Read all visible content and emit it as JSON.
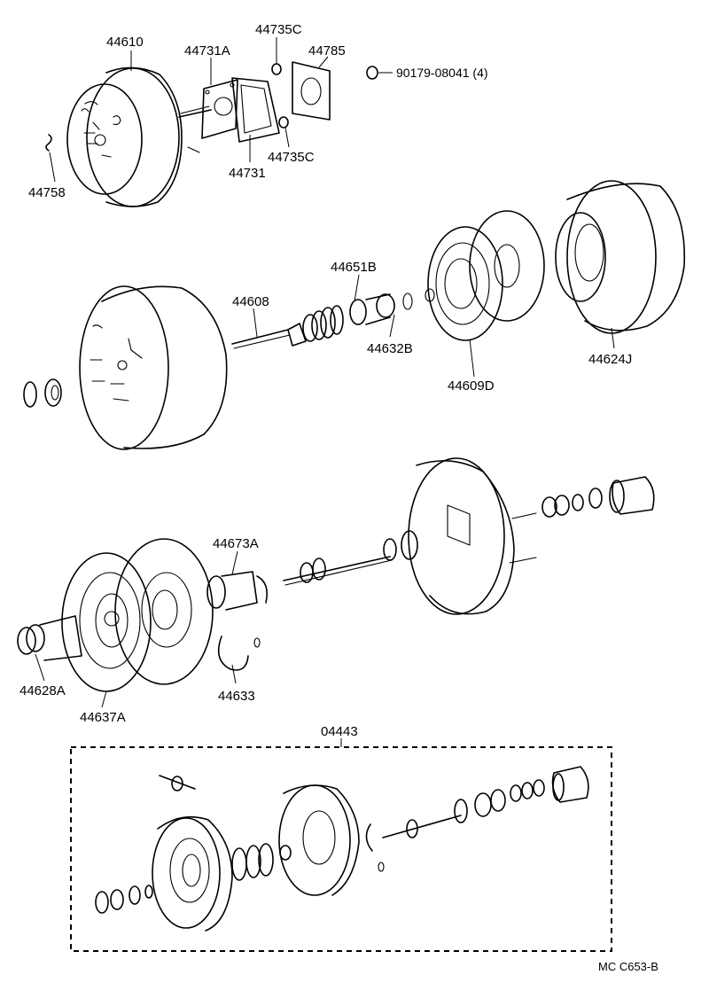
{
  "part_labels": {
    "p44610": "44610",
    "p44731A": "44731A",
    "p44735C_top": "44735C",
    "p44785": "44785",
    "p90179": "90179-08041 (4)",
    "p44758": "44758",
    "p44731": "44731",
    "p44735C_bottom": "44735C",
    "p44651B": "44651B",
    "p44608": "44608",
    "p44632B": "44632B",
    "p44609D": "44609D",
    "p44624J": "44624J",
    "p44673A": "44673A",
    "p44628A": "44628A",
    "p44637A": "44637A",
    "p44633": "44633",
    "p04443": "04443"
  },
  "footer": {
    "code": "MC  C653-B"
  }
}
